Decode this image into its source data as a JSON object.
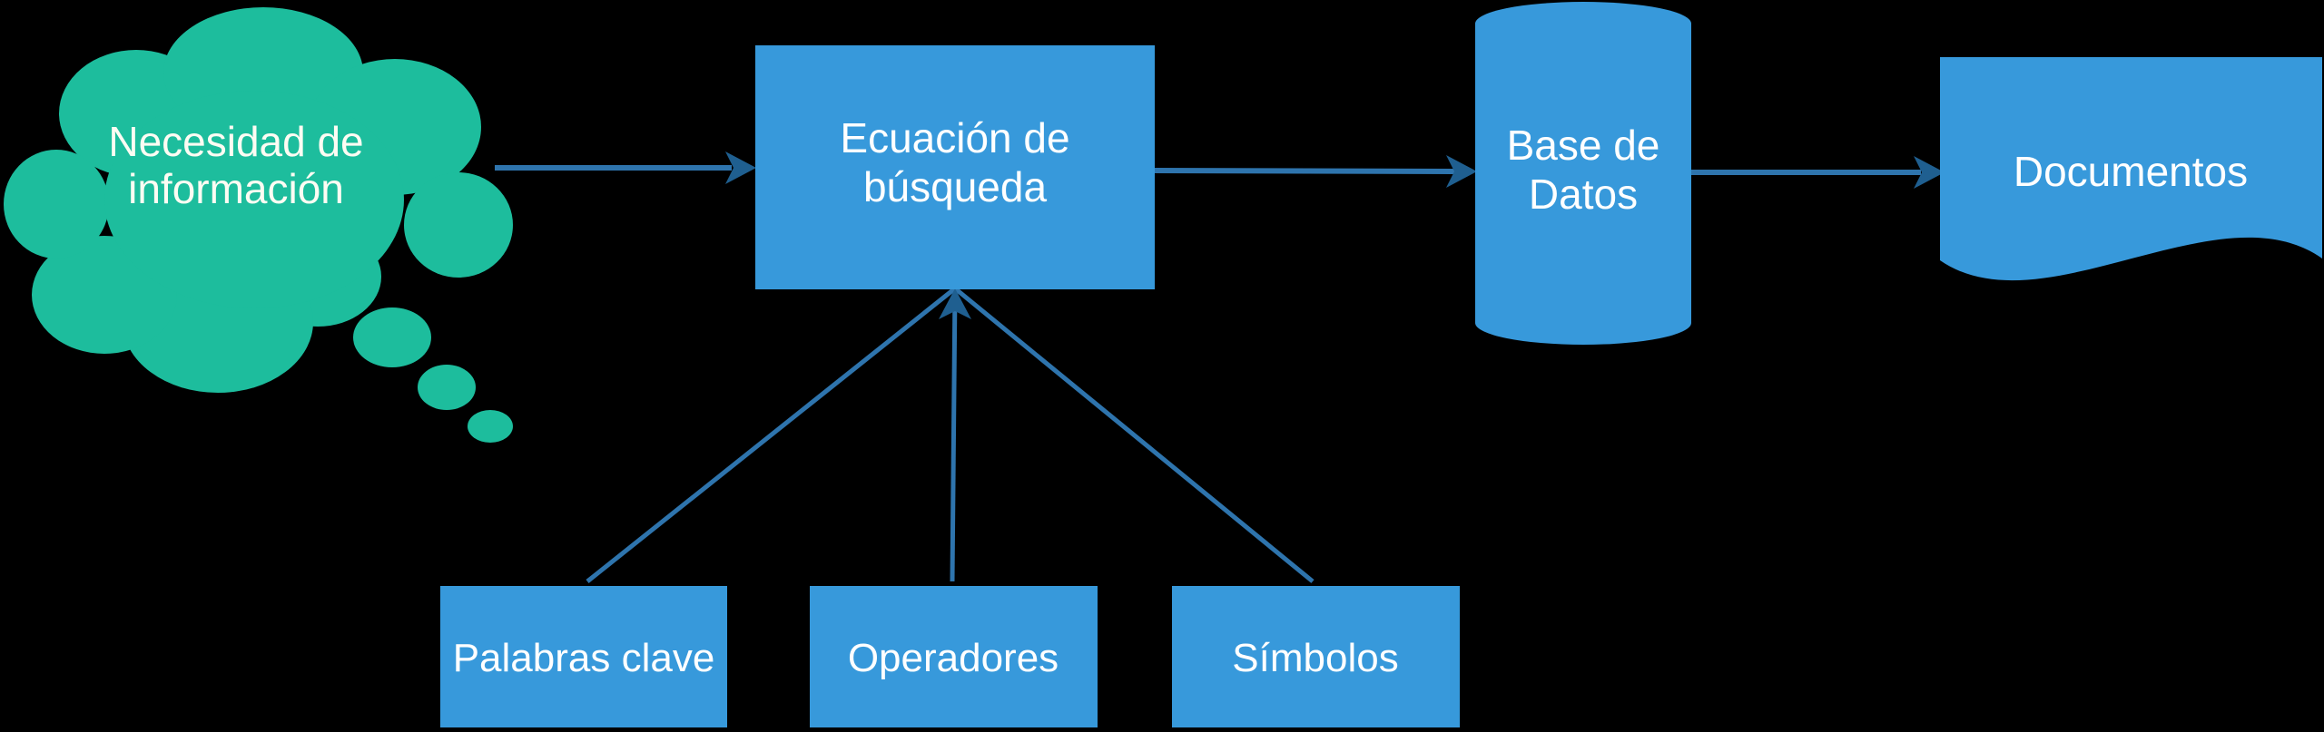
{
  "diagram_type": "flowchart",
  "colors": {
    "background": "#000000",
    "cloud": "#1DBD9D",
    "node": "#3799DB",
    "connector": "#2E74AD",
    "arrowhead": "#1F5F90",
    "text": "#FFFFFF",
    "cloud_text": "#FDFCF3"
  },
  "nodes": {
    "need": {
      "line1": "Necesidad de",
      "line2": "información"
    },
    "equation": {
      "line1": "Ecuación de",
      "line2": "búsqueda"
    },
    "database": {
      "line1": "Base de",
      "line2": "Datos"
    },
    "documents": {
      "label": "Documentos"
    },
    "keywords": {
      "label": "Palabras clave"
    },
    "operators": {
      "label": "Operadores"
    },
    "symbols": {
      "label": "Símbolos"
    }
  }
}
